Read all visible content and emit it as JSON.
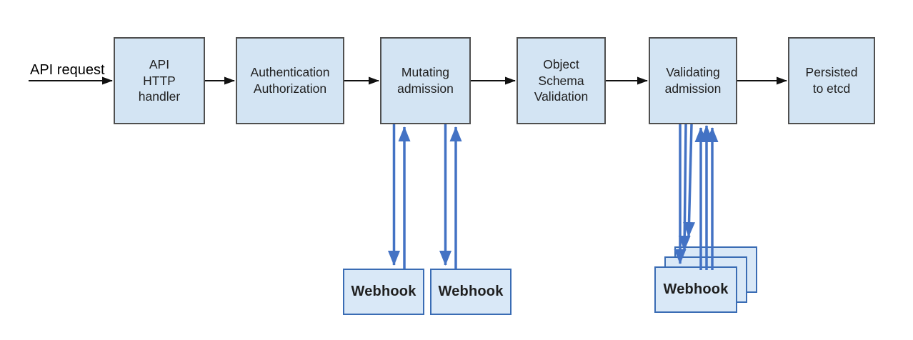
{
  "diagram": {
    "request_label": "API request",
    "nodes": [
      {
        "label": "API\nHTTP\nhandler"
      },
      {
        "label": "Authentication\nAuthorization"
      },
      {
        "label": "Mutating\nadmission"
      },
      {
        "label": "Object\nSchema\nValidation"
      },
      {
        "label": "Validating\nadmission"
      },
      {
        "label": "Persisted\nto etcd"
      }
    ],
    "mutating_webhooks": [
      {
        "label": "Webhook"
      },
      {
        "label": "Webhook"
      }
    ],
    "validating_webhook": {
      "label": "Webhook"
    },
    "colors": {
      "node_fill": "#d3e4f3",
      "node_border": "#4f4f4f",
      "webhook_fill": "#d9e8f7",
      "webhook_border": "#3a6cb4",
      "flow_arrow": "#111111",
      "webhook_arrow": "#4372c4",
      "text": "#1f1f1f",
      "background": "#ffffff"
    }
  }
}
